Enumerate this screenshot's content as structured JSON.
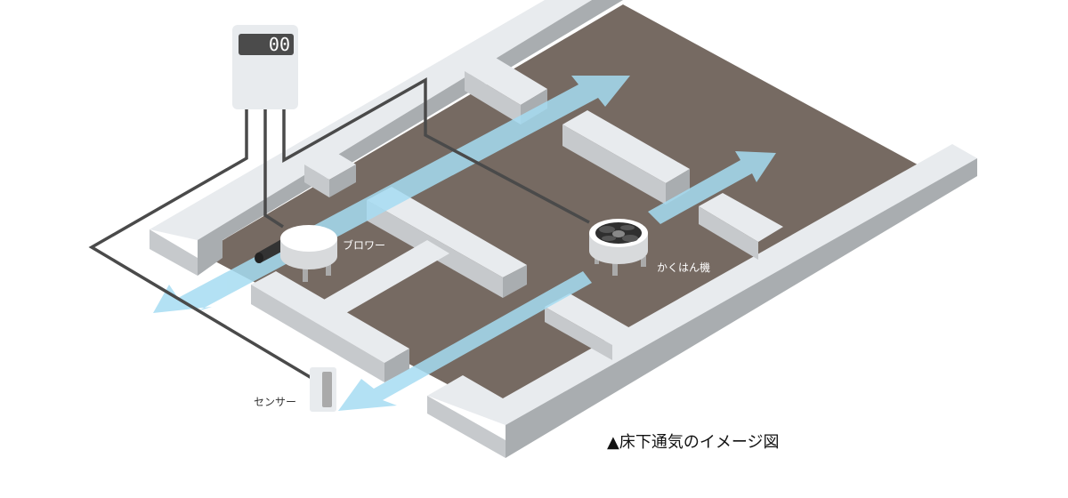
{
  "controller": {
    "display_value": "00"
  },
  "labels": {
    "blower": "ブロワー",
    "agitator": "かくはん機",
    "sensor": "センサー"
  },
  "caption": "▲床下通気のイメージ図",
  "colors": {
    "floor": "#766a62",
    "wall_top": "#e8ebee",
    "wall_front": "#c6c9cc",
    "wall_side": "#a9adb0",
    "airflow": "#a6dcf2",
    "cable": "#4a4a4a"
  }
}
